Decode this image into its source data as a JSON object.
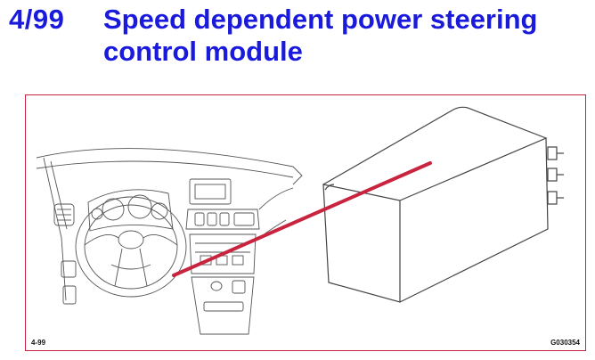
{
  "header": {
    "page_number": "4/99",
    "title_line1": "Speed dependent power steering",
    "title_line2": "control module"
  },
  "figure": {
    "left_label": "4-99",
    "right_label": "G030354"
  },
  "colors": {
    "title": "#1a1adc",
    "frame_border": "#c8243f",
    "leader_line": "#c8243f",
    "drawing": "#555555"
  },
  "icons": [
    "dashboard-illustration",
    "control-module-illustration"
  ]
}
